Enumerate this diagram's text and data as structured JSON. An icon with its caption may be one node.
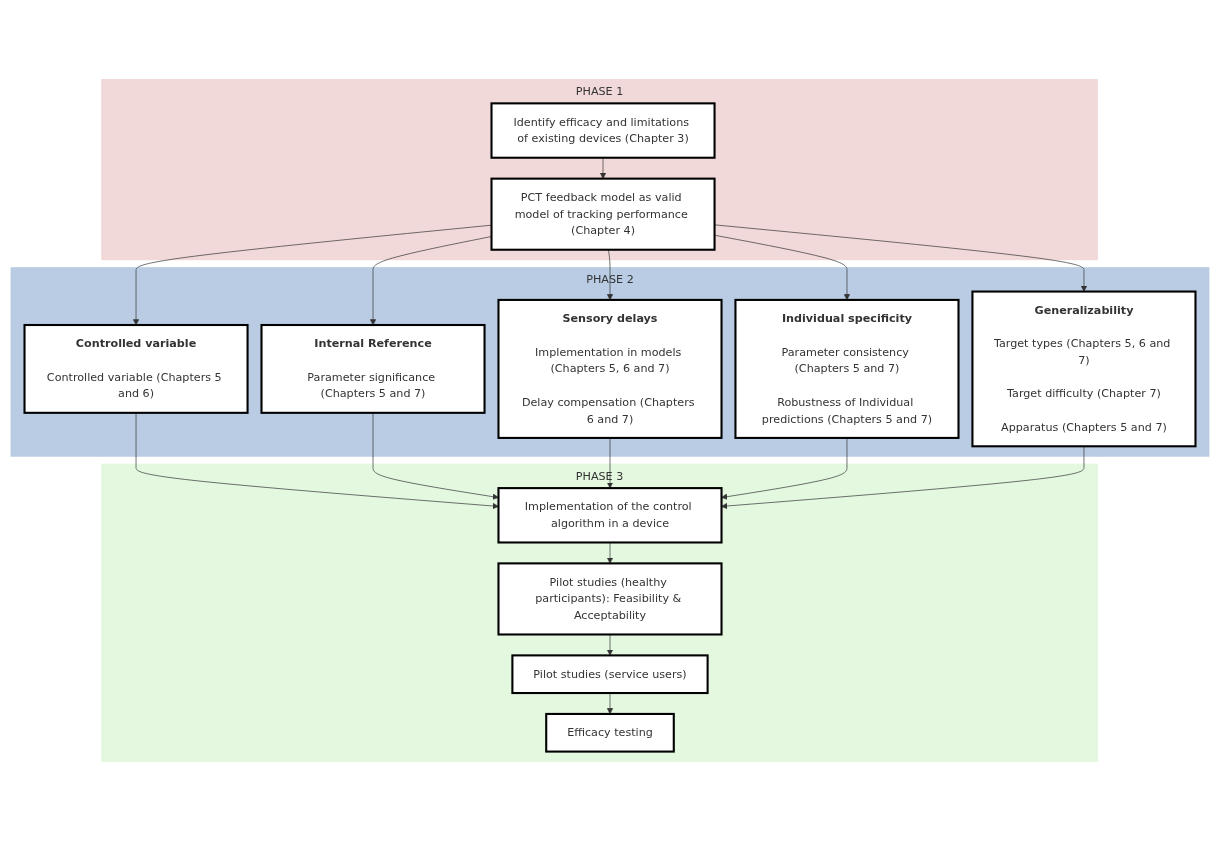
{
  "diagram": {
    "nodes": [
      {
        "text": [
          "PHASE 1"
        ]
      },
      {
        "text": [
          "Identify efficacy and limitations of existing devices (Chapter 3)"
        ],
        "in": 0
      },
      {
        "text": [
          "PCT feedback model as valid model of tracking performance (Chapter 4)"
        ],
        "in": 0
      },
      {
        "text": [
          "PHASE 2"
        ]
      },
      {
        "text": [
          "Controlled variable",
          "Controlled variable (Chapters 5 and 6)"
        ],
        "in": 3
      },
      {
        "text": [
          "Internal Reference",
          "Parameter significance (Chapters 5 and 7)"
        ],
        "in": 3
      },
      {
        "text": [
          "Sensory delays",
          "Implementation in models (Chapters 5, 6 and 7)",
          "Delay compensation (Chapters 6 and 7)"
        ],
        "in": 3
      },
      {
        "text": [
          "Individual specificity",
          "Parameter consistency (Chapters 5 and 7)",
          "Robustness of Individual predictions (Chapters 5 and 7)"
        ],
        "in": 3
      },
      {
        "text": [
          "Generalizability",
          "Target types (Chapters 5, 6 and 7)",
          "Target difficulty (Chapter 7)",
          "Apparatus (Chapters 5 and 7)"
        ],
        "in": 3
      },
      {
        "text": [
          "PHASE 3"
        ]
      },
      {
        "text": [
          "Implementation of the control algorithm in a device"
        ],
        "in": 9
      },
      {
        "text": [
          "Pilot studies (healthy participants): Feasibility & Acceptability"
        ],
        "in": 9
      },
      {
        "text": [
          "Pilot studies (service users)"
        ],
        "in": 9
      },
      {
        "text": [
          "Efficacy testing"
        ],
        "in": 9
      }
    ],
    "edges": [
      {
        "from": 1,
        "to": 2,
        "arrow": "to"
      },
      {
        "from": 2,
        "to": 4,
        "arrow": "to"
      },
      {
        "from": 2,
        "to": 5,
        "arrow": "to"
      },
      {
        "from": 2,
        "to": 6,
        "arrow": "to"
      },
      {
        "from": 2,
        "to": 7,
        "arrow": "to"
      },
      {
        "from": 2,
        "to": 8,
        "arrow": "to"
      },
      {
        "from": 4,
        "to": 10,
        "arrow": "to"
      },
      {
        "from": 5,
        "to": 10,
        "arrow": "to"
      },
      {
        "from": 6,
        "to": 10,
        "arrow": "to"
      },
      {
        "from": 7,
        "to": 10,
        "arrow": "to"
      },
      {
        "from": 8,
        "to": 10,
        "arrow": "to"
      },
      {
        "from": 10,
        "to": 11,
        "arrow": "to"
      },
      {
        "from": 11,
        "to": 12,
        "arrow": "to"
      },
      {
        "from": 12,
        "to": 13,
        "arrow": "to"
      }
    ]
  }
}
